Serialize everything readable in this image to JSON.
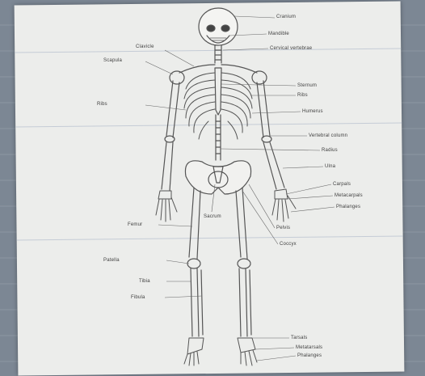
{
  "labels": {
    "cranium": "Cranium",
    "mandible": "Mandible",
    "cervical_vertebrae": "Cervical vertebrae",
    "clavicle": "Clavicle",
    "scapula": "Scapula",
    "sternum": "Sternum",
    "ribs": "Ribs",
    "humerus": "Humerus",
    "vertebral_column": "Vertebral column",
    "radius": "Radius",
    "ulna": "Ulna",
    "pelvis": "Pelvis",
    "carpals": "Carpals",
    "metacarpals": "Metacarpals",
    "phalanges_hand": "Phalanges",
    "femur": "Femur",
    "sacrum": "Sacrum",
    "coccyx": "Coccyx",
    "patella": "Patella",
    "tibia": "Tibia",
    "fibula": "Fibula",
    "tarsals": "Tarsals",
    "metatarsals": "Metatarsals",
    "phalanges_foot": "Phalanges"
  }
}
